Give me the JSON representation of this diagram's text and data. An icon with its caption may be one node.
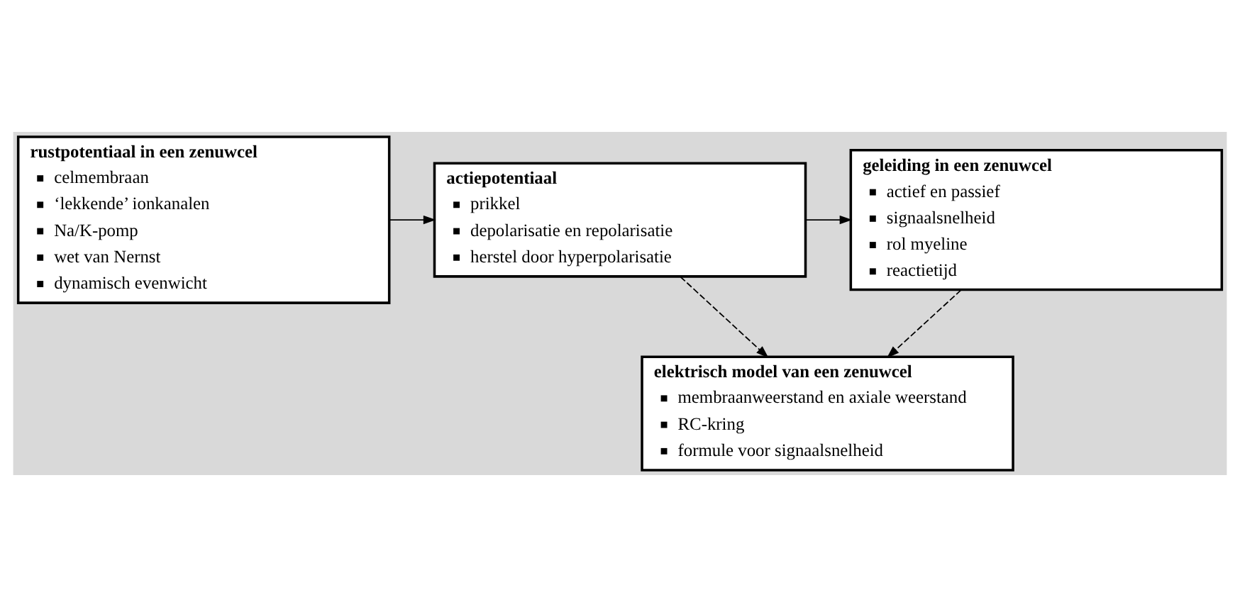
{
  "diagram": {
    "nodes": [
      {
        "text": [
          "rustpotentiaal in een zenuwcel",
          "celmembraan",
          "‘lekkende’ ionkanalen",
          "Na/K-pomp",
          "wet van Nernst",
          "dynamisch evenwicht"
        ]
      },
      {
        "text": [
          "actiepotentiaal",
          "prikkel",
          "depolarisatie en repolarisatie",
          "herstel door hyperpolarisatie"
        ]
      },
      {
        "text": [
          "geleiding in een zenuwcel",
          "actief en passief",
          "signaalsnelheid",
          "rol myeline",
          "reactietijd"
        ]
      },
      {
        "text": [
          "elektrisch model van een zenuwcel",
          "membraanweerstand en axiale weerstand",
          "RC-kring",
          "formule voor signaalsnelheid"
        ]
      }
    ],
    "edges": [
      {
        "from": 0,
        "to": 1,
        "arrow": "to"
      },
      {
        "from": 1,
        "to": 2,
        "arrow": "to"
      },
      {
        "from": 1,
        "to": 3,
        "arrow": "to",
        "style": "dashed"
      },
      {
        "from": 2,
        "to": 3,
        "arrow": "to",
        "style": "dashed"
      }
    ]
  }
}
